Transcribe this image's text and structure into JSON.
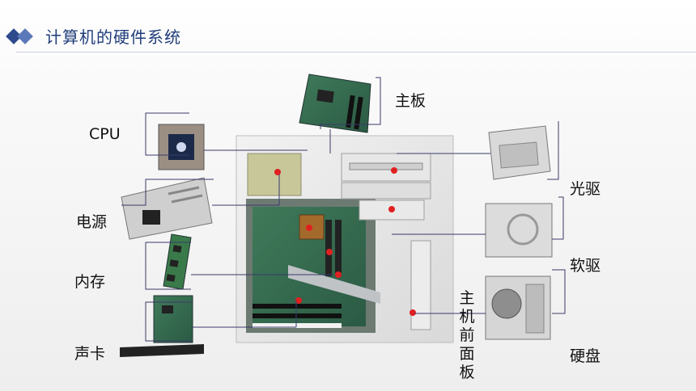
{
  "header": {
    "title": "计算机的硬件系统",
    "accent_color": "#2e4a8c",
    "icon": "diamond-icon"
  },
  "labels": {
    "motherboard": "主板",
    "cpu": "CPU",
    "power_supply": "电源",
    "memory": "内存",
    "sound_card": "声卡",
    "optical_drive": "光驱",
    "floppy_drive": "软驱",
    "hard_disk": "硬盘",
    "front_panel": "主机前面板"
  }
}
